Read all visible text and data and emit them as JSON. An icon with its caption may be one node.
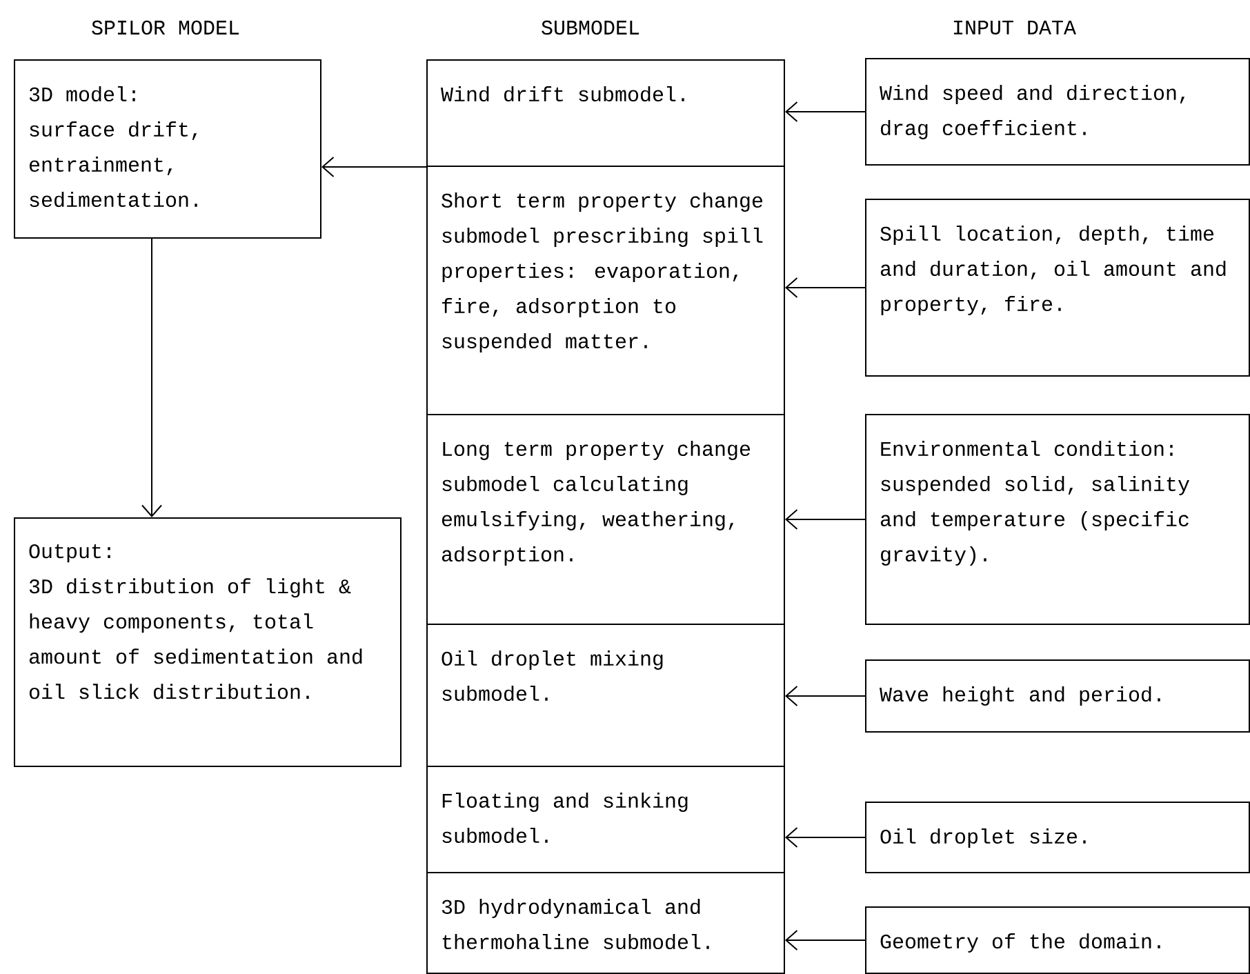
{
  "diagram": {
    "nodes": [
      {
        "text": [
          "3D model:",
          "surface drift, entrainment, sedimentation."
        ]
      },
      {
        "text": [
          "Output:",
          "3D distribution of light & heavy components, total amount of sedimentation and oil slick distribution."
        ]
      },
      {
        "text": [
          "Wind drift submodel."
        ]
      },
      {
        "text": [
          "Short term property change submodel prescribing spill properties: evaporation, fire, adsorption to suspended matter."
        ]
      },
      {
        "text": [
          "Long term property change submodel calculating emulsifying, weathering, adsorption."
        ]
      },
      {
        "text": [
          "Oil droplet mixing submodel."
        ]
      },
      {
        "text": [
          "Floating and sinking submodel."
        ]
      },
      {
        "text": [
          "3D hydrodynamical and thermohaline submodel."
        ]
      },
      {
        "text": [
          "Wind speed and direction, drag coefficient."
        ]
      },
      {
        "text": [
          "Spill location, depth, time and duration, oil amount and property, fire."
        ]
      },
      {
        "text": [
          "Environmental condition: suspended solid, salinity and temperature (specific gravity)."
        ]
      },
      {
        "text": [
          "Wave height and period."
        ]
      },
      {
        "text": [
          "Oil droplet size."
        ]
      },
      {
        "text": [
          "Geometry of the domain."
        ]
      }
    ],
    "edges": [
      {
        "from": 2,
        "to": 0,
        "arrow": "to"
      },
      {
        "from": 0,
        "to": 1,
        "arrow": "to"
      },
      {
        "from": 8,
        "to": 2,
        "arrow": "to"
      },
      {
        "from": 9,
        "to": 3,
        "arrow": "to"
      },
      {
        "from": 10,
        "to": 4,
        "arrow": "to"
      },
      {
        "from": 11,
        "to": 5,
        "arrow": "to"
      },
      {
        "from": 12,
        "to": 6,
        "arrow": "to"
      },
      {
        "from": 13,
        "to": 7,
        "arrow": "to"
      }
    ],
    "labels": [
      "SPILOR MODEL",
      "SUBMODEL",
      "INPUT DATA"
    ]
  }
}
